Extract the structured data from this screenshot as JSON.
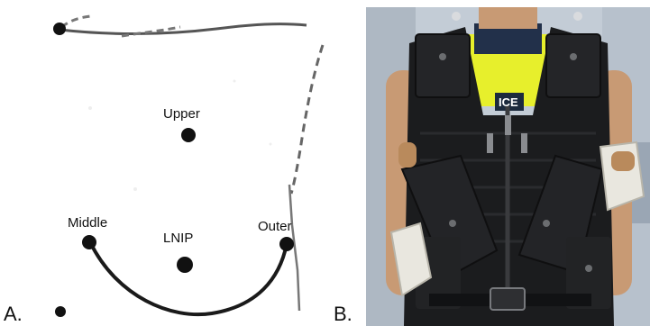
{
  "panels": {
    "a": {
      "label": "A."
    },
    "b": {
      "label": "B."
    }
  },
  "diagram": {
    "points": {
      "upper": "Upper",
      "middle": "Middle",
      "lnip": "LNIP",
      "outer": "Outer"
    }
  },
  "photo": {
    "badge_text": "ICE"
  },
  "colors": {
    "vest": "#1b1c1e",
    "hi_vis": "#e7ef2c",
    "tape": "#e9e7df",
    "skin": "#c89a74",
    "backdrop": "#c3ccd6"
  }
}
